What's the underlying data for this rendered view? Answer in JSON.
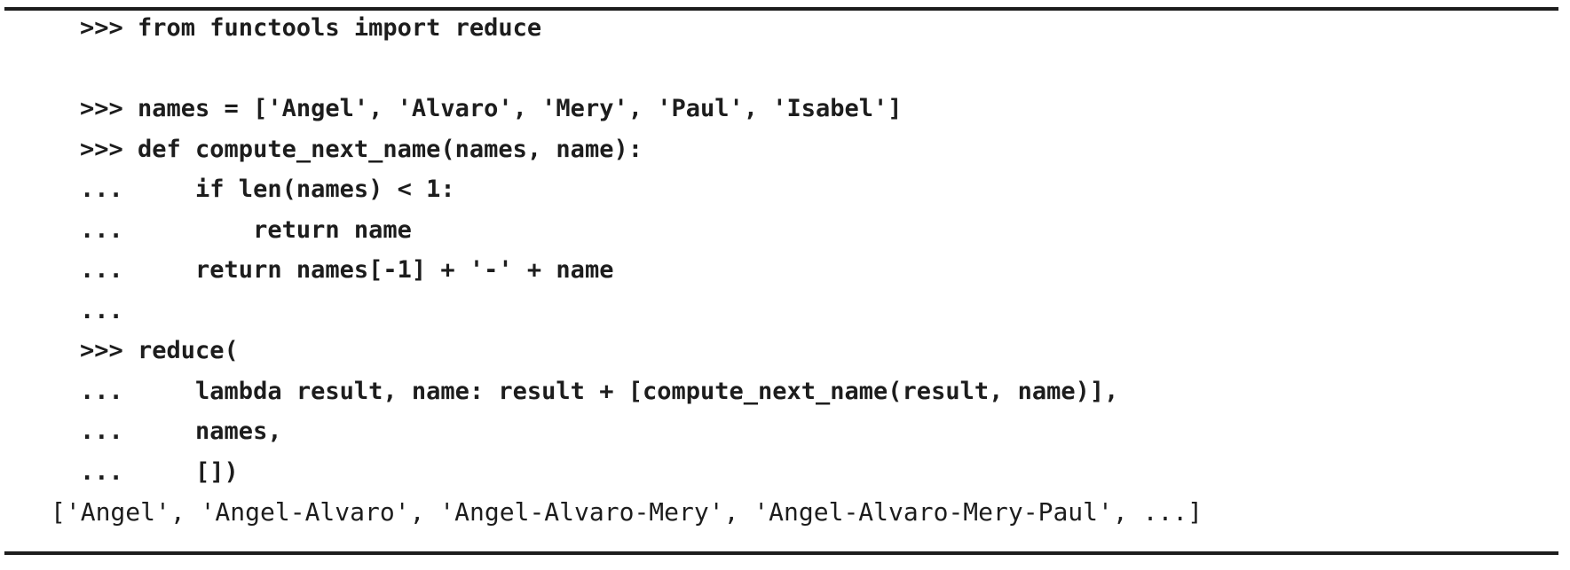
{
  "listing": {
    "language": "python-repl",
    "colors": {
      "text": "#1d1d1d",
      "rule": "#1d1d1d",
      "background": "#ffffff"
    },
    "lines": [
      {
        "type": "input",
        "text": ">>> from functools import reduce"
      },
      {
        "type": "blank",
        "text": ""
      },
      {
        "type": "input",
        "text": ">>> names = ['Angel', 'Alvaro', 'Mery', 'Paul', 'Isabel']"
      },
      {
        "type": "input",
        "text": ">>> def compute_next_name(names, name):"
      },
      {
        "type": "input",
        "text": "...     if len(names) < 1:"
      },
      {
        "type": "input",
        "text": "...         return name"
      },
      {
        "type": "input",
        "text": "...     return names[-1] + '-' + name"
      },
      {
        "type": "input",
        "text": "..."
      },
      {
        "type": "input",
        "text": ">>> reduce("
      },
      {
        "type": "input",
        "text": "...     lambda result, name: result + [compute_next_name(result, name)],"
      },
      {
        "type": "input",
        "text": "...     names,"
      },
      {
        "type": "input",
        "text": "...     [])"
      },
      {
        "type": "output",
        "text": "['Angel', 'Angel-Alvaro', 'Angel-Alvaro-Mery', 'Angel-Alvaro-Mery-Paul', ...]"
      }
    ]
  }
}
